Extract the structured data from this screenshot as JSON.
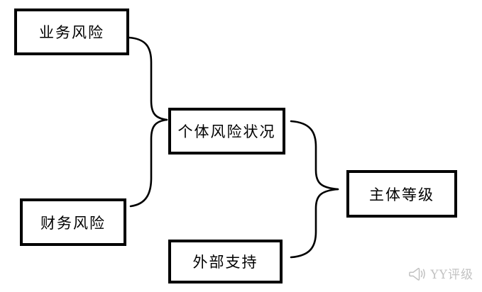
{
  "diagram": {
    "boxes": {
      "business_risk": {
        "label": "业务风险"
      },
      "financial_risk": {
        "label": "财务风险"
      },
      "individual_risk": {
        "label": "个体风险状况"
      },
      "external_support": {
        "label": "外部支持"
      },
      "entity_rating": {
        "label": "主体等级"
      }
    },
    "relations": [
      {
        "from": [
          "business_risk",
          "financial_risk"
        ],
        "to": "individual_risk",
        "connector": "right-curly-brace"
      },
      {
        "from": [
          "individual_risk",
          "external_support"
        ],
        "to": "entity_rating",
        "connector": "right-curly-brace"
      }
    ]
  },
  "watermark": {
    "label": "YY评级",
    "icon": "megaphone-icon",
    "color": "#c2c2c2"
  },
  "colors": {
    "box_border": "#000000",
    "line": "#000000",
    "background": "#ffffff"
  }
}
